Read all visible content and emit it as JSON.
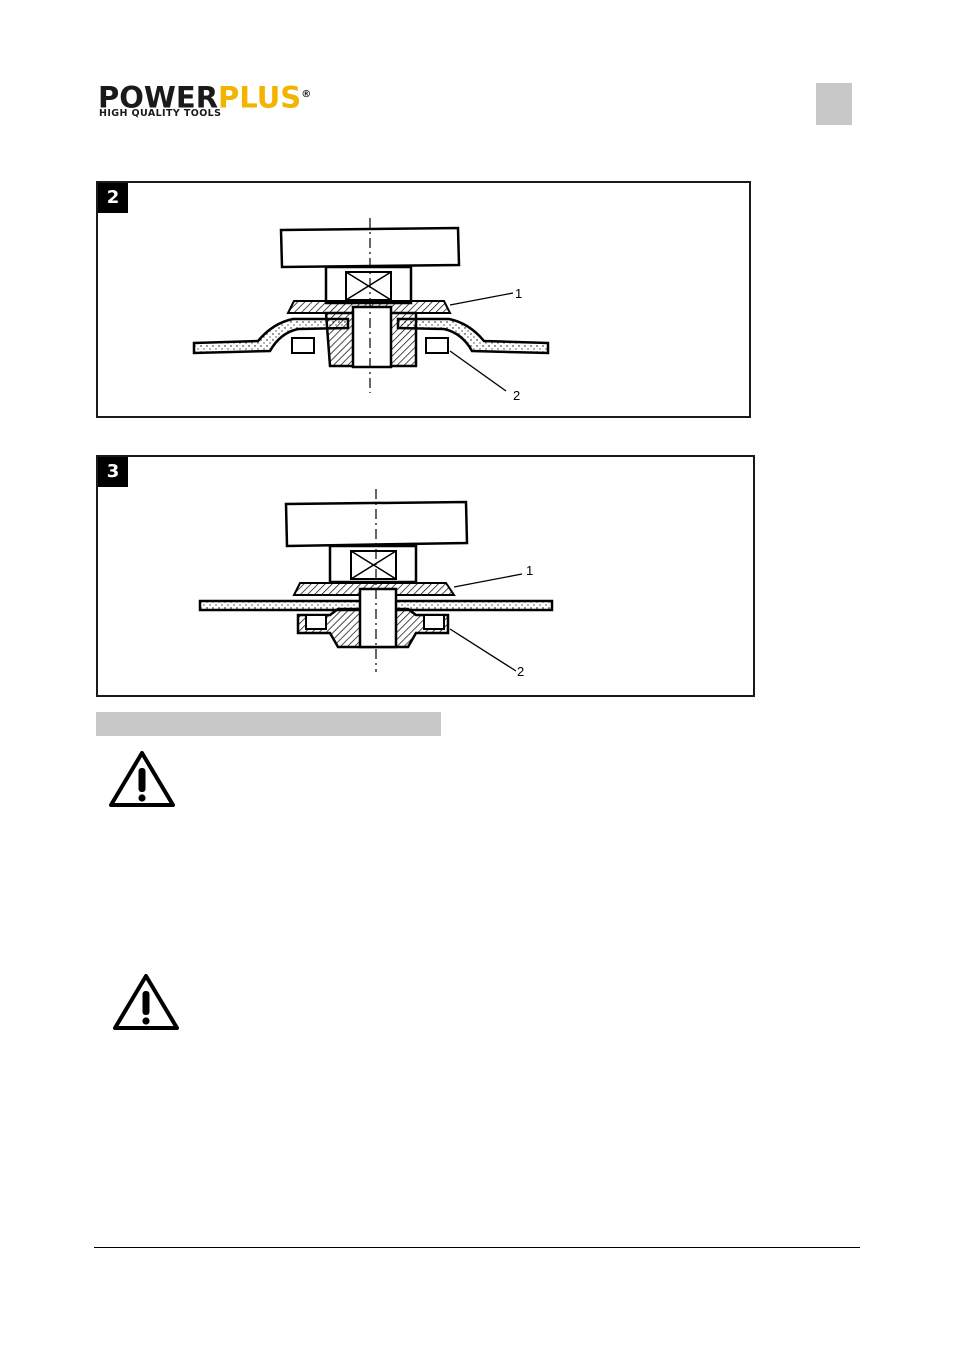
{
  "header": {
    "brand_part1": "POWER",
    "brand_part2": "PLUS",
    "brand_registered": "®",
    "tagline": "HIGH QUALITY TOOLS",
    "colors": {
      "brand_dark": "#1a1a1a",
      "brand_yellow": "#f2b400",
      "corner_tab": "#c8c8c8"
    }
  },
  "figures": [
    {
      "number": "2",
      "callouts": [
        "1",
        "2"
      ]
    },
    {
      "number": "3",
      "callouts": [
        "1",
        "2"
      ]
    }
  ],
  "warnings": [
    {
      "icon": "warning-triangle-icon"
    },
    {
      "icon": "warning-triangle-icon"
    }
  ]
}
